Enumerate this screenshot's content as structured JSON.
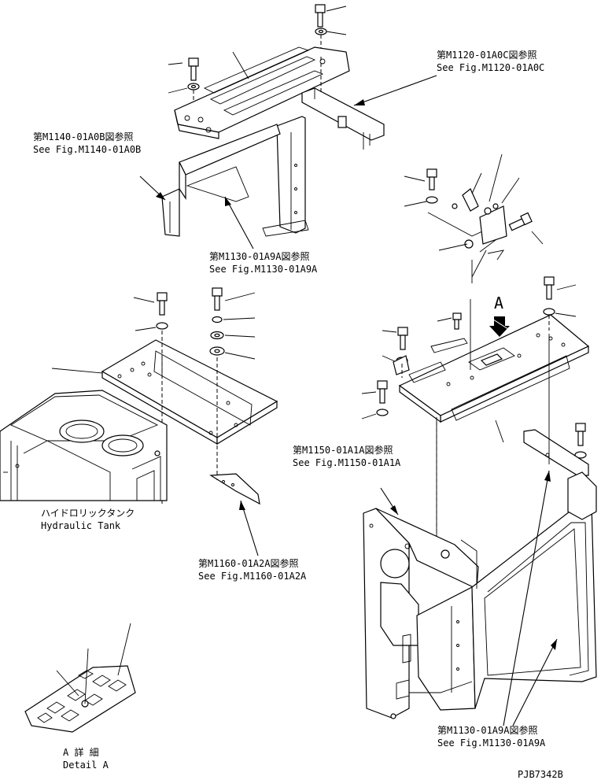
{
  "references": {
    "m1120": {
      "jp": "第M1120-01A0C図参照",
      "en": "See Fig.M1120-01A0C"
    },
    "m1140": {
      "jp": "第M1140-01A0B図参照",
      "en": "See Fig.M1140-01A0B"
    },
    "m1130_top": {
      "jp": "第M1130-01A9A図参照",
      "en": "See Fig.M1130-01A9A"
    },
    "m1150": {
      "jp": "第M1150-01A1A図参照",
      "en": "See Fig.M1150-01A1A"
    },
    "m1160": {
      "jp": "第M1160-01A2A図参照",
      "en": "See Fig.M1160-01A2A"
    },
    "m1130_bottom": {
      "jp": "第M1130-01A9A図参照",
      "en": "See Fig.M1130-01A9A"
    }
  },
  "hydraulic_tank": {
    "jp": "ハイドロリックタンク",
    "en": "Hydraulic Tank"
  },
  "detail_a": {
    "jp": "A 詳 細",
    "en": "Detail A"
  },
  "view_arrow_label": "A",
  "drawing_number": "PJB7342B"
}
